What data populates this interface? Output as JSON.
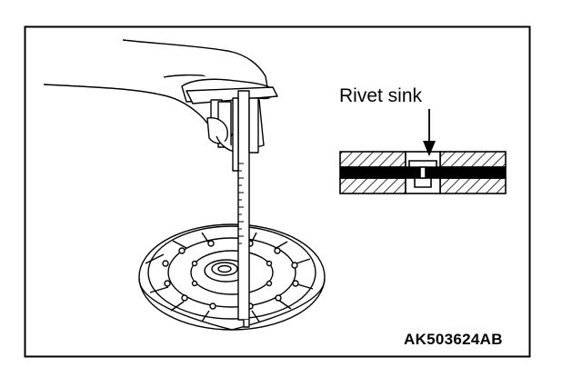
{
  "figure": {
    "callout": "Rivet sink",
    "code": "AK503624AB"
  },
  "icons": [
    "hand-with-caliper-illustration",
    "clutch-disc-illustration",
    "rivet-cross-section-diagram",
    "arrow-down-icon"
  ],
  "colors": {
    "line": "#000000",
    "background": "#ffffff"
  }
}
